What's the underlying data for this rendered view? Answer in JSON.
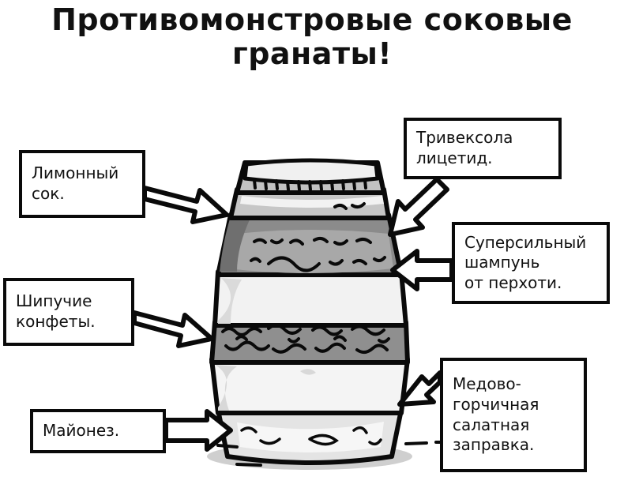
{
  "title": "Противомонстровые соковые\nгранаты!",
  "illustration": {
    "name": "jar-of-layered-ingredients",
    "alt": "Банка с несколькими слоями содержимого и крышкой",
    "layers": [
      {
        "name": "lid-top",
        "fill": "#e9e9e9"
      },
      {
        "name": "lid-ridges",
        "fill": "#b8b8b8"
      },
      {
        "name": "neck-band",
        "fill": "#c9c9c9"
      },
      {
        "name": "dark-layer",
        "fill": "#8a8a8a"
      },
      {
        "name": "pale-layer",
        "fill": "#efefef"
      },
      {
        "name": "grit-layer",
        "fill": "#8f8f8f"
      },
      {
        "name": "bottom-layer",
        "fill": "#f2f2f2"
      },
      {
        "name": "base-band",
        "fill": "#dcdcdc"
      },
      {
        "name": "shadow",
        "fill": "#cfcfcf"
      }
    ]
  },
  "colors": {
    "ink": "#0a0a0a",
    "paper": "#ffffff",
    "gray_dark": "#8a8a8a",
    "gray_mid": "#b8b8b8",
    "gray_light": "#dcdcdc"
  },
  "callouts": [
    {
      "id": "lemon",
      "text": "Лимонный\nсок.",
      "side": "left",
      "arrow": "arrow-diagonal-down-right"
    },
    {
      "id": "fizzy",
      "text": "Шипучие\nконфеты.",
      "side": "left",
      "arrow": "arrow-diagonal-down-right"
    },
    {
      "id": "mayo",
      "text": "Майонез.",
      "side": "left",
      "arrow": "arrow-right"
    },
    {
      "id": "trivexol",
      "text": "Тривексола\nлицетид.",
      "side": "right",
      "arrow": "arrow-diagonal-down-left"
    },
    {
      "id": "shampoo",
      "text": "Суперсильный\nшампунь\nот перхоти.",
      "side": "right",
      "arrow": "arrow-left"
    },
    {
      "id": "honey",
      "text": "Медово-\nгорчичная\nсалатная\nзаправка.",
      "side": "right",
      "arrow": "arrow-diagonal-down-left"
    }
  ]
}
